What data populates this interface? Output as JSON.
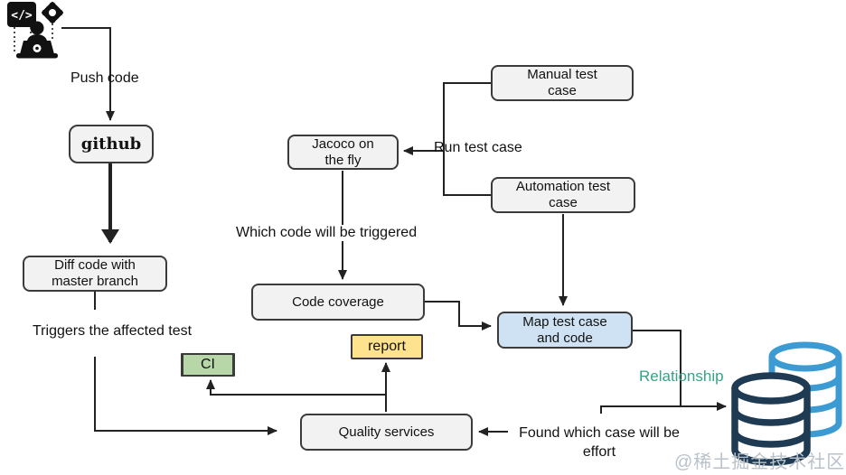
{
  "nodes": {
    "github": {
      "line1": "github"
    },
    "diff_code": {
      "line1": "Diff code with",
      "line2": "master branch"
    },
    "jacoco": {
      "line1": "Jacoco on",
      "line2": "the fly"
    },
    "manual": {
      "line1": "Manual test",
      "line2": "case"
    },
    "automation": {
      "line1": "Automation test",
      "line2": "case"
    },
    "code_coverage": {
      "line1": "Code coverage"
    },
    "map": {
      "line1": "Map test case",
      "line2": "and code"
    },
    "report": {
      "line1": "report"
    },
    "ci": {
      "line1": "CI"
    },
    "quality": {
      "line1": "Quality services"
    }
  },
  "labels": {
    "push_code": "Push code",
    "which_code": "Which code will be triggered",
    "triggers": "Triggers the affected test",
    "run_test": "Run test case",
    "relationship": "Relationship",
    "found_line1": "Found which case will be",
    "found_line2": "effort"
  },
  "icons": {
    "developer": "developer-workstation-icon",
    "database": "database-cylinders-icon",
    "code_tag": "</>"
  },
  "watermark": "@稀土掘金技术社区",
  "colors": {
    "line": "#222222",
    "box_fill": "#f2f2f2",
    "box_border": "#3b3b3b",
    "map_fill": "#cfe2f3",
    "report_fill": "#ffe28d",
    "ci_fill": "#b7d7a8",
    "relationship_text": "#35a385",
    "db_back": "#3d9bd3",
    "db_front": "#1f3b53",
    "watermark": "#b9c1c9"
  }
}
